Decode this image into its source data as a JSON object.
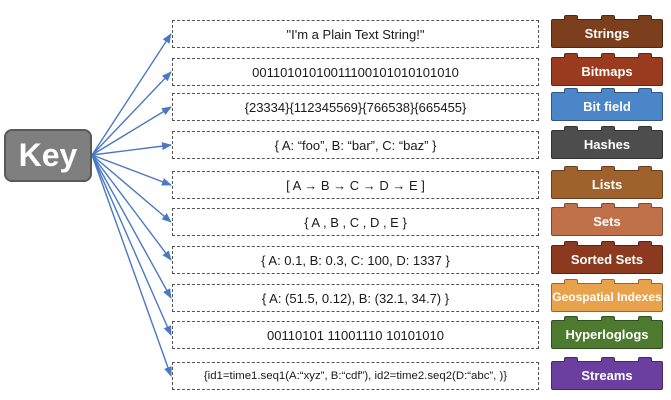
{
  "key_label": "Key",
  "rows": [
    {
      "value": "\"I'm a Plain Text String!\"",
      "type": "Strings",
      "color": "#7b3f1e"
    },
    {
      "value": "00110101010011100101010101010",
      "type": "Bitmaps",
      "color": "#9a3a1e"
    },
    {
      "value": "{23334}{112345569}{766538}{665455}",
      "type": "Bit field",
      "color": "#4a86c8"
    },
    {
      "value": "{ A: “foo”, B: “bar”, C: “baz”  }",
      "type": "Hashes",
      "color": "#4d4d4d"
    },
    {
      "value": "[ A → B → C → D → E ]",
      "type": "Lists",
      "color": "#a0622d"
    },
    {
      "value": "{  A , B , C , D , E  }",
      "type": "Sets",
      "color": "#c0714a"
    },
    {
      "value": "{ A: 0.1, B: 0.3, C: 100, D: 1337 }",
      "type": "Sorted Sets",
      "color": "#8b3a1f"
    },
    {
      "value": "{ A: (51.5, 0.12), B: (32.1, 34.7)  }",
      "type": "Geospatial Indexes",
      "color": "#e8a24c"
    },
    {
      "value": "00110101 11001110 10101010",
      "type": "Hyperloglogs",
      "color": "#4e7a2f"
    },
    {
      "value": "{id1=time1.seq1(A:“xyz”, B:“cdf”), id2=time2.seq2(D:“abc”, )}",
      "type": "Streams",
      "color": "#6b3fa0"
    }
  ]
}
